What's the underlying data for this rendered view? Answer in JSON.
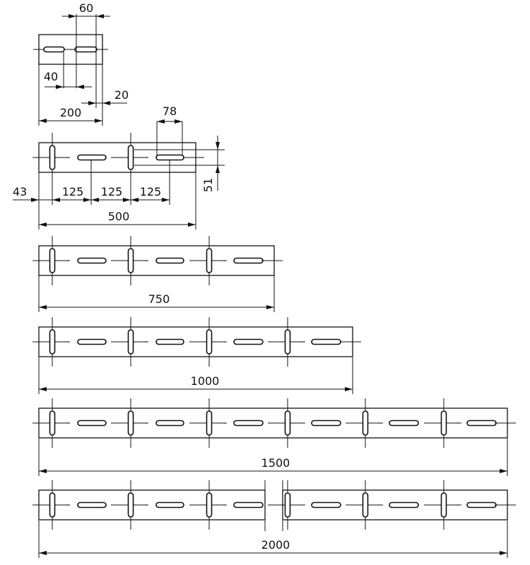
{
  "drawing": {
    "line_color": "#111111",
    "background": "#ffffff",
    "plate_200": {
      "length": "200",
      "slot_pitch": "60",
      "slot_offset": "40",
      "end_gap": "20"
    },
    "plate_500": {
      "length": "500",
      "edge_offset": "43",
      "pitch_1": "125",
      "pitch_2": "125",
      "pitch_3": "125",
      "slot_length": "78",
      "slot_spacing": "51"
    },
    "plate_750": {
      "length": "750"
    },
    "plate_1000": {
      "length": "1000"
    },
    "plate_1500": {
      "length": "1500"
    },
    "plate_2000": {
      "length": "2000"
    }
  }
}
